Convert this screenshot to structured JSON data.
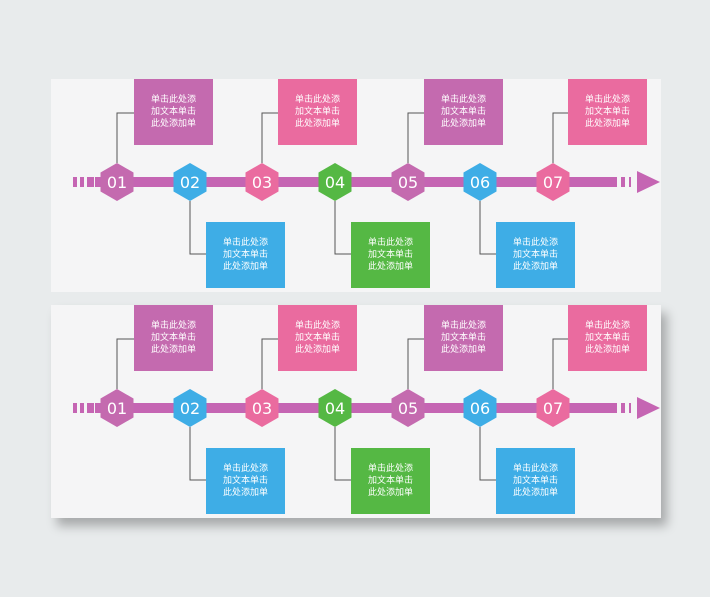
{
  "colors": {
    "purple": "#c36bb4",
    "pink": "#ea6b9f",
    "blue": "#3eade6",
    "green": "#55b844",
    "arrow": "#c565b3"
  },
  "panels": [
    {
      "steps": [
        {
          "number": "01",
          "color": "#c46aaf",
          "text": "单击此处添\n加文本单击\n此处添加单"
        },
        {
          "number": "02",
          "color": "#3eade6",
          "text": "单击此处添\n加文本单击\n此处添加单"
        },
        {
          "number": "03",
          "color": "#ea6b9f",
          "text": "单击此处添\n加文本单击\n此处添加单"
        },
        {
          "number": "04",
          "color": "#55b844",
          "text": "单击此处添\n加文本单击\n此处添加单"
        },
        {
          "number": "05",
          "color": "#c46aaf",
          "text": "单击此处添\n加文本单击\n此处添加单"
        },
        {
          "number": "06",
          "color": "#3eade6",
          "text": "单击此处添\n加文本单击\n此处添加单"
        },
        {
          "number": "07",
          "color": "#ea6b9f",
          "text": "单击此处添\n加文本单击\n此处添加单"
        }
      ]
    },
    {
      "steps": [
        {
          "number": "01",
          "color": "#c46aaf",
          "text": "单击此处添\n加文本单击\n此处添加单"
        },
        {
          "number": "02",
          "color": "#3eade6",
          "text": "单击此处添\n加文本单击\n此处添加单"
        },
        {
          "number": "03",
          "color": "#ea6b9f",
          "text": "单击此处添\n加文本单击\n此处添加单"
        },
        {
          "number": "04",
          "color": "#55b844",
          "text": "单击此处添\n加文本单击\n此处添加单"
        },
        {
          "number": "05",
          "color": "#c46aaf",
          "text": "单击此处添\n加文本单击\n此处添加单"
        },
        {
          "number": "06",
          "color": "#3eade6",
          "text": "单击此处添\n加文本单击\n此处添加单"
        },
        {
          "number": "07",
          "color": "#ea6b9f",
          "text": "单击此处添\n加文本单击\n此处添加单"
        }
      ]
    }
  ]
}
